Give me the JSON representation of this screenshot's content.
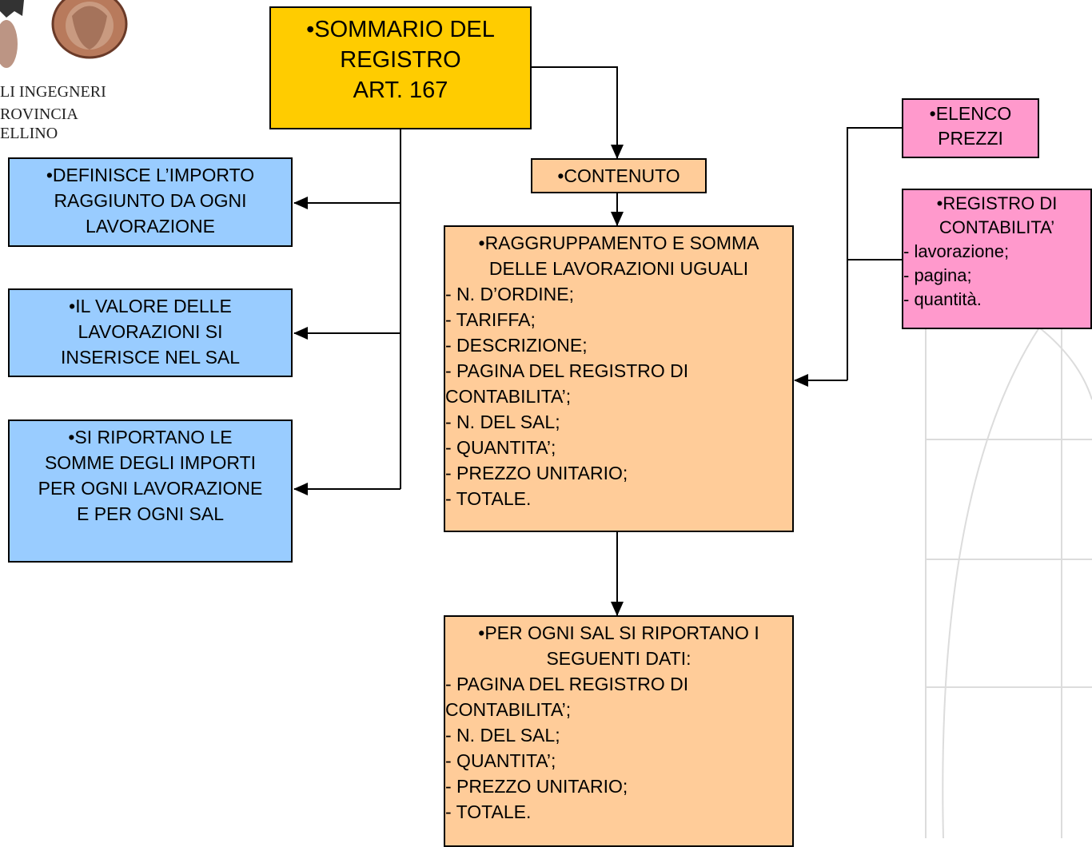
{
  "logo": {
    "lines": [
      "LI INGEGNERI",
      "ROVINCIA",
      "ELLINO"
    ]
  },
  "boxes": {
    "title": {
      "lines": [
        "•SOMMARIO DEL",
        "REGISTRO",
        "ART. 167"
      ],
      "color": "#ffcc00"
    },
    "left1": {
      "lines": [
        "•DEFINISCE L’IMPORTO",
        "RAGGIUNTO DA OGNI",
        "LAVORAZIONE"
      ],
      "color": "#99ccff"
    },
    "left2": {
      "lines": [
        "•IL VALORE DELLE",
        "LAVORAZIONI SI",
        "INSERISCE NEL SAL"
      ],
      "color": "#99ccff"
    },
    "left3": {
      "lines": [
        "•SI RIPORTANO LE",
        "SOMME DEGLI IMPORTI",
        "PER OGNI LAVORAZIONE",
        "E PER OGNI SAL"
      ],
      "color": "#99ccff"
    },
    "contenuto": {
      "label": "•CONTENUTO",
      "color": "#ffcc99"
    },
    "raggruppamento": {
      "heading": [
        "•RAGGRUPPAMENTO E SOMMA",
        "DELLE LAVORAZIONI UGUALI"
      ],
      "items": [
        "- N. D’ORDINE;",
        "- TARIFFA;",
        "- DESCRIZIONE;",
        "- PAGINA DEL REGISTRO DI",
        "CONTABILITA’;",
        "- N. DEL SAL;",
        "- QUANTITA’;",
        "- PREZZO UNITARIO;",
        "- TOTALE."
      ],
      "color": "#ffcc99"
    },
    "persal": {
      "heading": [
        "•PER OGNI SAL SI RIPORTANO I",
        "SEGUENTI DATI:"
      ],
      "items": [
        "- PAGINA DEL REGISTRO DI",
        "CONTABILITA’;",
        "- N. DEL SAL;",
        "- QUANTITA’;",
        "- PREZZO UNITARIO;",
        "- TOTALE."
      ],
      "color": "#ffcc99"
    },
    "elenco": {
      "lines": [
        "•ELENCO",
        "PREZZI"
      ],
      "color": "#ff99cc"
    },
    "registro": {
      "heading": [
        "•REGISTRO DI",
        "CONTABILITA’"
      ],
      "items": [
        "- lavorazione;",
        "- pagina;",
        "- quantità."
      ],
      "color": "#ff99cc"
    }
  }
}
